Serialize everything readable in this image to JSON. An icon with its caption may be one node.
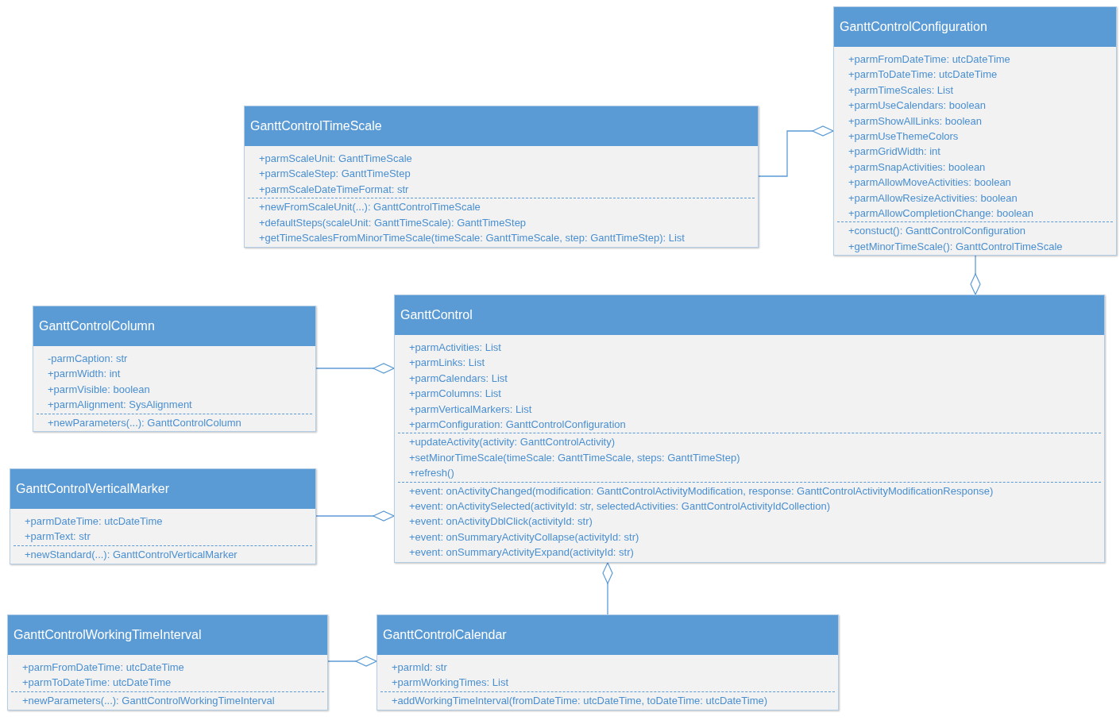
{
  "diagram": {
    "nodes": [
      {
        "text": [
          "GanttControlConfiguration",
          "+parmFromDateTime: utcDateTime",
          "+parmToDateTime: utcDateTime",
          "+parmTimeScales: List",
          "+parmUseCalendars: boolean",
          "+parmShowAllLinks: boolean",
          "+parmUseThemeColors",
          "+parmGridWidth: int",
          "+parmSnapActivities: boolean",
          "+parmAllowMoveActivities: boolean",
          "+parmAllowResizeActivities: boolean",
          "+parmAllowCompletionChange: boolean",
          "+constuct(): GanttControlConfiguration",
          "+getMinorTimeScale(): GanttControlTimeScale"
        ]
      },
      {
        "text": [
          "GanttControlTimeScale",
          "+parmScaleUnit: GanttTimeScale",
          "+parmScaleStep: GanttTimeStep",
          "+parmScaleDateTimeFormat: str",
          "+newFromScaleUnit(...): GanttControlTimeScale",
          "+defaultSteps(scaleUnit: GanttTimeScale): GanttTimeStep",
          "+getTimeScalesFromMinorTimeScale(timeScale: GanttTimeScale, step: GanttTimeStep): List"
        ]
      },
      {
        "text": [
          "GanttControlColumn",
          "-parmCaption: str",
          "+parmWidth: int",
          "+parmVisible: boolean",
          "+parmAlignment: SysAlignment",
          "+newParameters(...): GanttControlColumn"
        ]
      },
      {
        "text": [
          "GanttControl",
          "+parmActivities: List",
          "+parmLinks: List",
          "+parmCalendars: List",
          "+parmColumns: List",
          "+parmVerticalMarkers: List",
          "+parmConfiguration: GanttControlConfiguration",
          "+updateActivity(activity: GanttControlActivity)",
          "+setMinorTimeScale(timeScale: GanttTimeScale, steps: GanttTimeStep)",
          "+refresh()",
          "+event: onActivityChanged(modification: GanttControlActivityModification, response: GanttControlActivityModificationResponse)",
          "+event: onActivitySelected(activityId: str, selectedActivities: GanttControlActivityIdCollection)",
          "+event: onActivityDblClick(activityId: str)",
          "+event: onSummaryActivityCollapse(activityId: str)",
          "+event: onSummaryActivityExpand(activityId: str)"
        ]
      },
      {
        "text": [
          "GanttControlVerticalMarker",
          "+parmDateTime: utcDateTime",
          "+parmText: str",
          "+newStandard(...): GanttControlVerticalMarker"
        ]
      },
      {
        "text": [
          "GanttControlWorkingTimeInterval",
          "+parmFromDateTime: utcDateTime",
          "+parmToDateTime: utcDateTime",
          "+newParameters(...): GanttControlWorkingTimeInterval"
        ]
      },
      {
        "text": [
          "GanttControlCalendar",
          "+parmId: str",
          "+parmWorkingTimes: List",
          "+addWorkingTimeInterval(fromDateTime: utcDateTime, toDateTime: utcDateTime)"
        ]
      }
    ],
    "edges": [
      {
        "from": 1,
        "to": 0,
        "arrow": "other"
      },
      {
        "from": 0,
        "to": 3,
        "arrow": "other"
      },
      {
        "from": 2,
        "to": 3,
        "arrow": "other"
      },
      {
        "from": 4,
        "to": 3,
        "arrow": "other"
      },
      {
        "from": 6,
        "to": 3,
        "arrow": "other"
      },
      {
        "from": 5,
        "to": 6,
        "arrow": "other"
      }
    ]
  }
}
